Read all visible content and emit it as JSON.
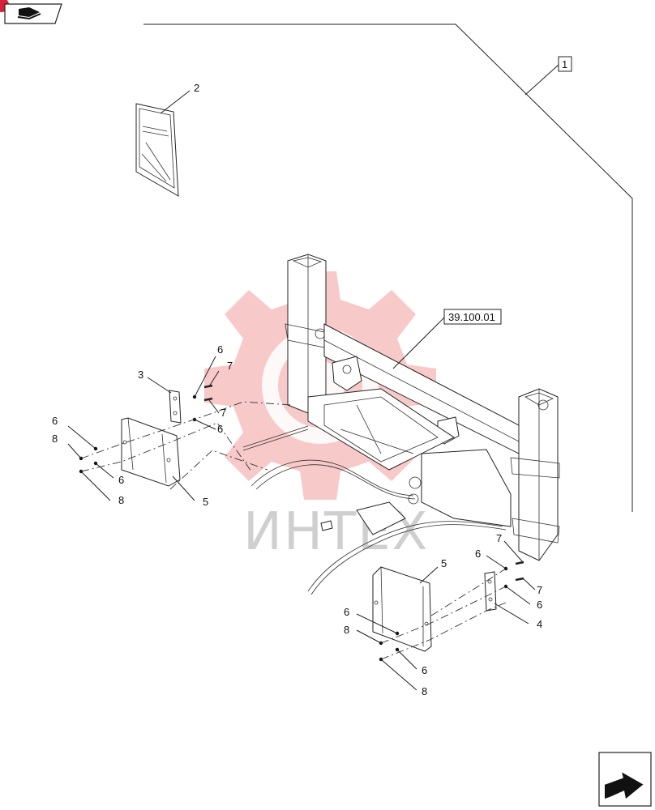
{
  "diagram": {
    "callouts": [
      {
        "id": "c1",
        "text": "1",
        "boxed": true
      },
      {
        "id": "c2",
        "text": "2",
        "boxed": false
      },
      {
        "id": "c39",
        "text": "39.100.01",
        "boxed": true
      },
      {
        "id": "c3",
        "text": "3",
        "boxed": false
      },
      {
        "id": "c6a",
        "text": "6"
      },
      {
        "id": "c7a",
        "text": "7"
      },
      {
        "id": "c7b",
        "text": "7"
      },
      {
        "id": "c6b",
        "text": "6"
      },
      {
        "id": "c6c",
        "text": "6"
      },
      {
        "id": "c8a",
        "text": "8"
      },
      {
        "id": "c6d",
        "text": "6"
      },
      {
        "id": "c8b",
        "text": "8"
      },
      {
        "id": "c5a",
        "text": "5"
      },
      {
        "id": "c5b",
        "text": "5"
      },
      {
        "id": "c7c",
        "text": "7"
      },
      {
        "id": "c6e",
        "text": "6"
      },
      {
        "id": "c7d",
        "text": "7"
      },
      {
        "id": "c6f",
        "text": "6"
      },
      {
        "id": "c4",
        "text": "4"
      },
      {
        "id": "c6g",
        "text": "6"
      },
      {
        "id": "c8c",
        "text": "8"
      },
      {
        "id": "c6h",
        "text": "6"
      },
      {
        "id": "c8d",
        "text": "8"
      }
    ],
    "watermark": "ИНТЕХ",
    "colors": {
      "line": "#222222",
      "watermark_gear": "#f6b7b7",
      "badge": "#d6223a"
    }
  },
  "icons": {
    "top_left": "book-icon",
    "bottom_right": "next-page-arrow-icon"
  }
}
